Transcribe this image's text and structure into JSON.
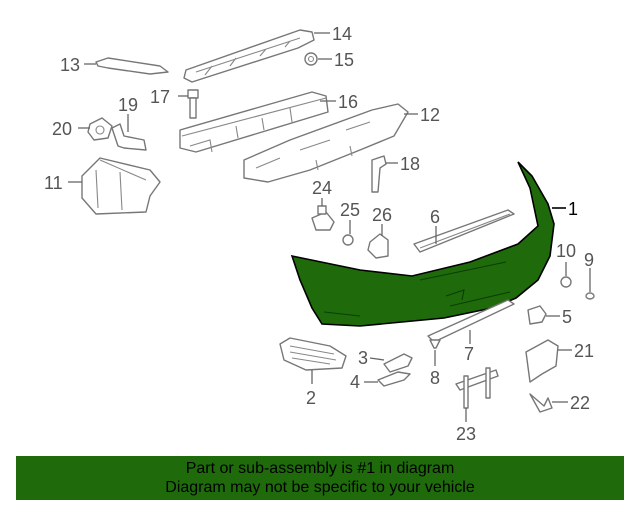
{
  "colors": {
    "highlight": "#1f6b0c",
    "banner_bg": "#1f6b0c",
    "outline": "#777777",
    "label": "#555555"
  },
  "callouts": [
    "1",
    "2",
    "3",
    "4",
    "5",
    "6",
    "7",
    "8",
    "9",
    "10",
    "11",
    "12",
    "13",
    "14",
    "15",
    "16",
    "17",
    "18",
    "19",
    "20",
    "21",
    "22",
    "23",
    "24",
    "25",
    "26"
  ],
  "highlighted_part": "1",
  "banner": {
    "line1": "Part or sub-assembly is #1 in diagram",
    "line2": "Diagram may not be specific to your vehicle"
  }
}
